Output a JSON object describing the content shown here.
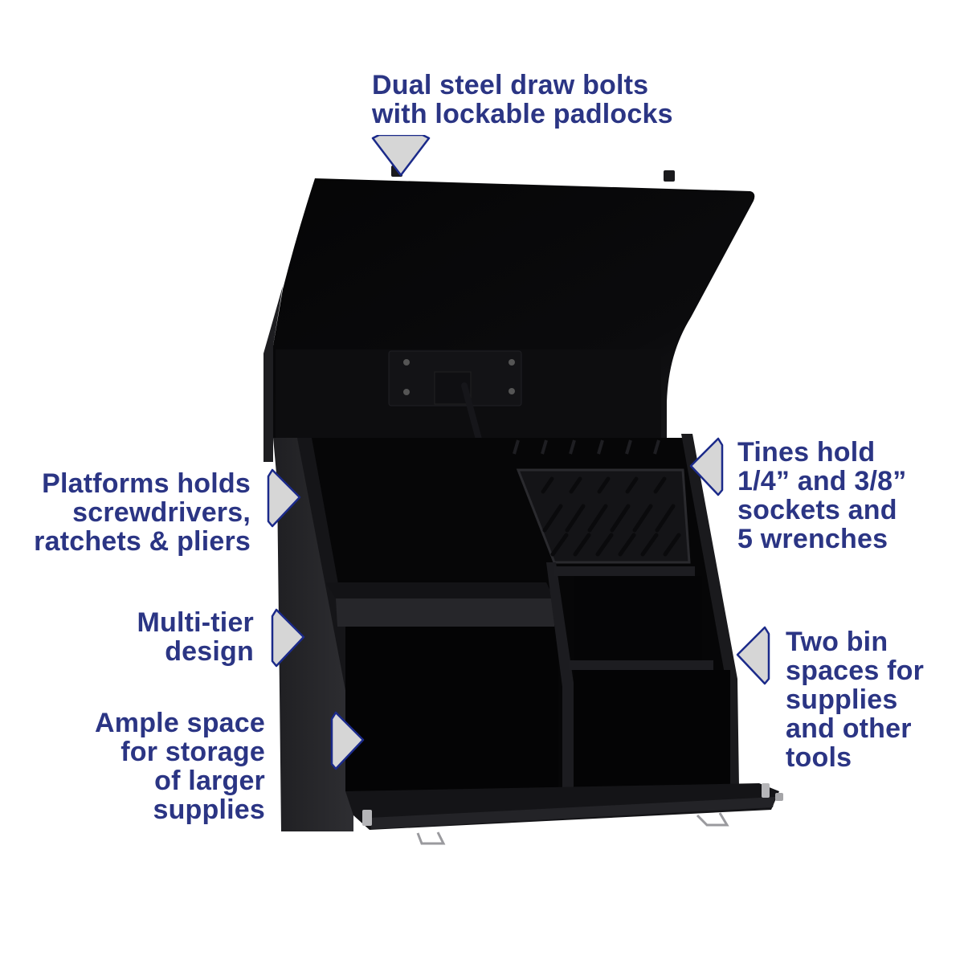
{
  "colors": {
    "text": "#2b3584",
    "marker_fill": "#d6d6d6",
    "marker_stroke": "#1b2a8a",
    "box_body": "#0c0c0e",
    "box_side": "#2a2a2d",
    "background": "#ffffff"
  },
  "product": {
    "name": "Steel tool box with open lid"
  },
  "callouts": {
    "top": {
      "text": "Dual steel draw bolts\nwith lockable padlocks",
      "icon": "pointer-down-icon"
    },
    "platforms": {
      "text": "Platforms holds\nscrewdrivers,\nratchets & pliers",
      "icon": "pointer-right-icon"
    },
    "multitier": {
      "text": "Multi-tier\ndesign",
      "icon": "pointer-right-icon"
    },
    "ample": {
      "text": "Ample space\nfor storage\nof larger\nsupplies",
      "icon": "pointer-right-icon"
    },
    "tines": {
      "text": "Tines hold\n1/4” and 3/8”\nsockets and\n5 wrenches",
      "icon": "pointer-left-icon"
    },
    "bins": {
      "text": "Two bin\nspaces for\nsupplies\nand other\ntools",
      "icon": "pointer-left-icon"
    }
  }
}
